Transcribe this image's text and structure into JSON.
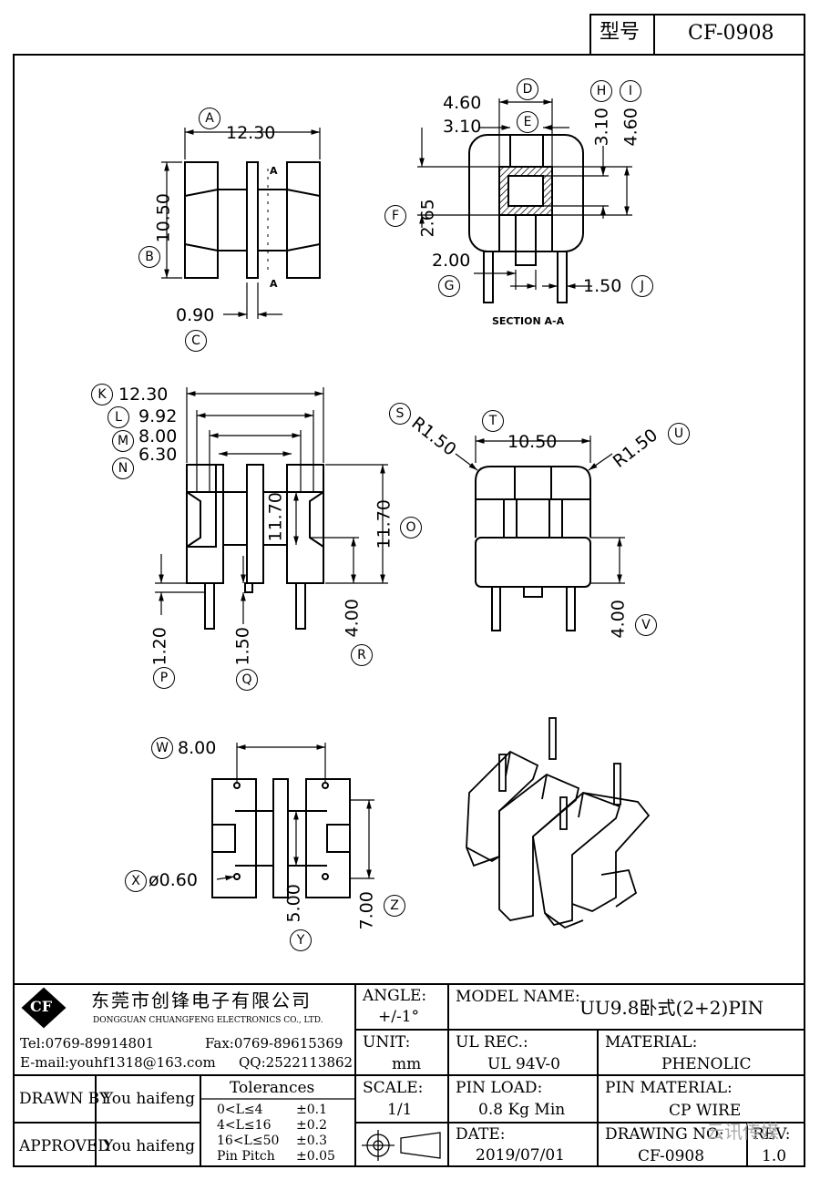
{
  "header": {
    "model_label": "型号",
    "model_value": "CF-0908"
  },
  "view_top": {
    "dims": {
      "width": "12.30",
      "height": "10.50",
      "slot": "0.90"
    },
    "section_mark": "A",
    "bubbles": {
      "a": "A",
      "b": "B",
      "c": "C"
    }
  },
  "view_section": {
    "title": "SECTION A-A",
    "dims": {
      "d": "4.60",
      "e": "3.10",
      "f": "2.65",
      "g": "2.00",
      "h": "3.10",
      "i": "4.60",
      "j": "1.50"
    },
    "bubbles": {
      "d": "D",
      "e": "E",
      "f": "F",
      "g": "G",
      "h": "H",
      "i": "I",
      "j": "J"
    }
  },
  "view_front": {
    "dims": {
      "k": "12.30",
      "l": "9.92",
      "m": "8.00",
      "n": "6.30",
      "inner_h": "11.70",
      "o": "11.70",
      "p": "1.20",
      "q": "1.50",
      "r": "4.00"
    },
    "bubbles": {
      "k": "K",
      "l": "L",
      "m": "M",
      "n": "N",
      "o": "O",
      "p": "P",
      "q": "Q",
      "r": "R"
    }
  },
  "view_side": {
    "dims": {
      "s": "R1.50",
      "t": "10.50",
      "u": "R1.50",
      "v": "4.00"
    },
    "bubbles": {
      "s": "S",
      "t": "T",
      "u": "U",
      "v": "V"
    }
  },
  "view_bottom": {
    "dims": {
      "w": "8.00",
      "x": "ø0.60",
      "y": "5.00",
      "z": "7.00"
    },
    "bubbles": {
      "w": "W",
      "x": "X",
      "y": "Y",
      "z": "Z"
    }
  },
  "title_block": {
    "company_cn": "东莞市创锋电子有限公司",
    "company_en": "DONGGUAN CHUANGFENG ELECTRONICS CO., LTD.",
    "logo": "CF",
    "tel": "Tel:0769-89914801",
    "fax": "Fax:0769-89615369",
    "email": "E-mail:youhf1318@163.com",
    "qq": "QQ:2522113862",
    "angle_label": "ANGLE:",
    "angle_value": "+/-1°",
    "unit_label": "UNIT:",
    "unit_value": "mm",
    "scale_label": "SCALE:",
    "scale_value": "1/1",
    "model_name_label": "MODEL NAME:",
    "model_name_value": "UU9.8卧式(2+2)PIN",
    "ul_label": "UL REC.:",
    "ul_value": "UL 94V-0",
    "material_label": "MATERIAL:",
    "material_value": "PHENOLIC",
    "pin_load_label": "PIN LOAD:",
    "pin_load_value": "0.8 Kg Min",
    "pin_material_label": "PIN MATERIAL:",
    "pin_material_value": "CP WIRE",
    "date_label": "DATE:",
    "date_value": "2019/07/01",
    "drawing_no_label": "DRAWING NO:",
    "drawing_no_value": "CF-0908",
    "rev_label": "REV:",
    "rev_value": "1.0",
    "drawn_by_label": "DRAWN BY",
    "drawn_by_value": "You haifeng",
    "approved_label": "APPROVED",
    "approved_value": "You haifeng",
    "tolerances_title": "Tolerances",
    "tolerances": [
      {
        "range": "0<L≤4",
        "value": "±0.1"
      },
      {
        "range": "4<L≤16",
        "value": "±0.2"
      },
      {
        "range": "16<L≤50",
        "value": "±0.3"
      },
      {
        "range": "Pin Pitch",
        "value": "±0.05"
      }
    ],
    "watermark": "云讯传媒"
  }
}
